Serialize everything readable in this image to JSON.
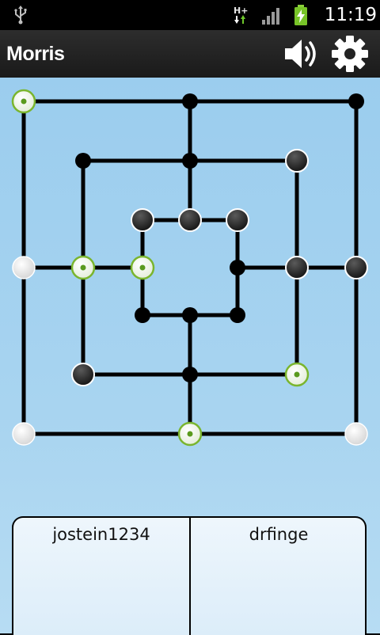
{
  "status_bar": {
    "time": "11:19",
    "network_type": "H+",
    "icons": [
      "usb-icon",
      "network-hplus-icon",
      "signal-bars-icon",
      "battery-charging-icon"
    ]
  },
  "action_bar": {
    "title": "Morris",
    "icons": [
      "speaker-icon",
      "gear-icon"
    ]
  },
  "colors": {
    "board_line": "#000000",
    "board_background": "#a8d4f0",
    "white_piece": "#f2f2f2",
    "black_piece": "#222222",
    "highlight_ring": "#7ab52e",
    "highlight_dot": "#5a9a1e"
  },
  "board": {
    "type": "nine-mens-morris",
    "positions": [
      {
        "id": "a7",
        "state": "white-highlight"
      },
      {
        "id": "d7",
        "state": "empty"
      },
      {
        "id": "g7",
        "state": "empty"
      },
      {
        "id": "b6",
        "state": "empty"
      },
      {
        "id": "d6",
        "state": "empty"
      },
      {
        "id": "f6",
        "state": "black"
      },
      {
        "id": "c5",
        "state": "black"
      },
      {
        "id": "d5",
        "state": "black"
      },
      {
        "id": "e5",
        "state": "black"
      },
      {
        "id": "a4",
        "state": "white"
      },
      {
        "id": "b4",
        "state": "white-highlight"
      },
      {
        "id": "c4",
        "state": "white-highlight"
      },
      {
        "id": "e4",
        "state": "empty"
      },
      {
        "id": "f4",
        "state": "black"
      },
      {
        "id": "g4",
        "state": "black"
      },
      {
        "id": "c3",
        "state": "empty"
      },
      {
        "id": "d3",
        "state": "empty"
      },
      {
        "id": "e3",
        "state": "empty"
      },
      {
        "id": "b2",
        "state": "black"
      },
      {
        "id": "d2",
        "state": "empty"
      },
      {
        "id": "f2",
        "state": "white-highlight"
      },
      {
        "id": "a1",
        "state": "white"
      },
      {
        "id": "d1",
        "state": "white-highlight"
      },
      {
        "id": "g1",
        "state": "white"
      }
    ]
  },
  "players": [
    {
      "name": "jostein1234"
    },
    {
      "name": "drfinge"
    }
  ]
}
